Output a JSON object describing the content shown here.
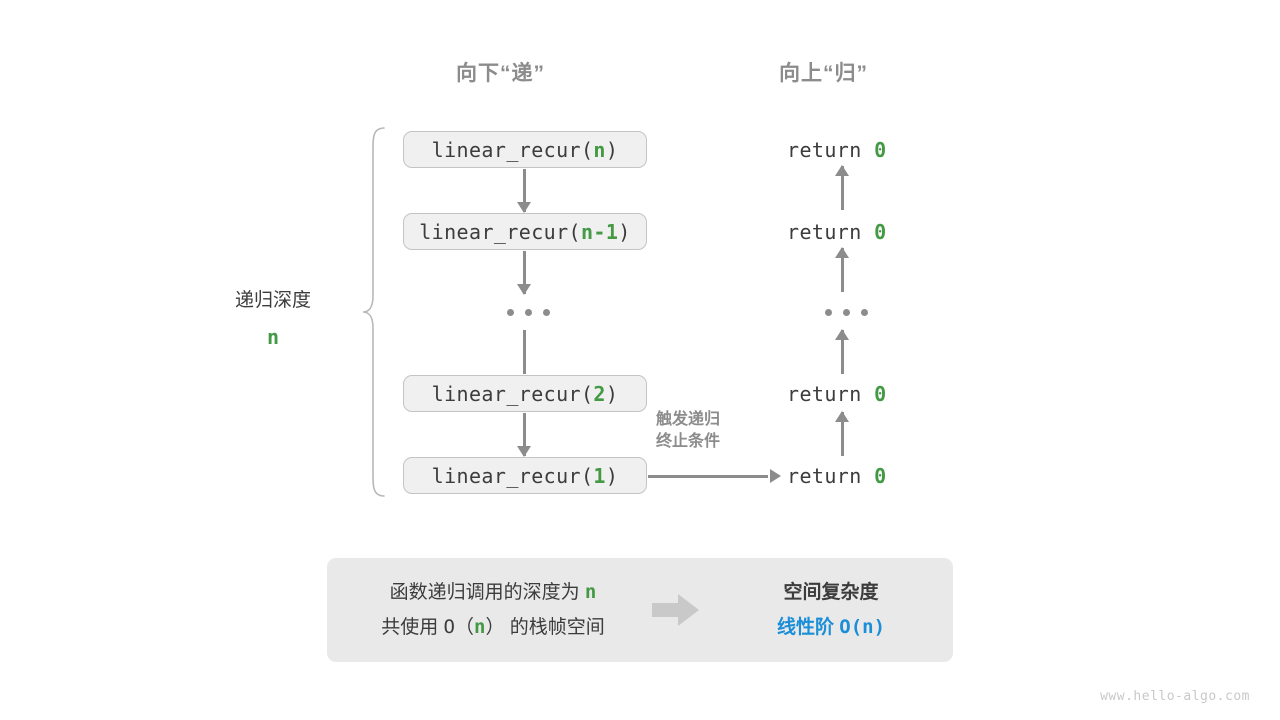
{
  "headings": {
    "down": "向下“递”",
    "up": "向上“归”"
  },
  "depth": {
    "label": "递归深度",
    "value": "n"
  },
  "call_stack": [
    {
      "prefix": "linear_recur(",
      "arg": "n",
      "suffix": ")"
    },
    {
      "prefix": "linear_recur(",
      "arg": "n-1",
      "suffix": ")"
    },
    {
      "prefix": "linear_recur(",
      "arg": "2",
      "suffix": ")"
    },
    {
      "prefix": "linear_recur(",
      "arg": "1",
      "suffix": ")"
    }
  ],
  "returns": [
    {
      "keyword": "return",
      "value": "0"
    },
    {
      "keyword": "return",
      "value": "0"
    },
    {
      "keyword": "return",
      "value": "0"
    },
    {
      "keyword": "return",
      "value": "0"
    }
  ],
  "ellipsis": "· · ·",
  "trigger_note": {
    "line1": "触发递归",
    "line2": "终止条件"
  },
  "summary": {
    "left_line1_a": "函数递归调用的深度为",
    "left_line1_n": "n",
    "left_line2_a": "共使用",
    "left_line2_big_o_open": "O（",
    "left_line2_n": "n",
    "left_line2_big_o_close": "）",
    "left_line2_b": "的栈帧空间",
    "right_title": "空间复杂度",
    "right_value_text": "线性阶",
    "right_value_mono": "O(n)"
  },
  "watermark": "www.hello-algo.com",
  "colors": {
    "accent_green": "#449944",
    "accent_blue": "#1a8fd8",
    "gray": "#8c8c8c",
    "box_fill": "#f0f0f0",
    "box_border": "#c4c4c4",
    "panel_fill": "#e9e9e9",
    "text": "#3c3c3c"
  }
}
